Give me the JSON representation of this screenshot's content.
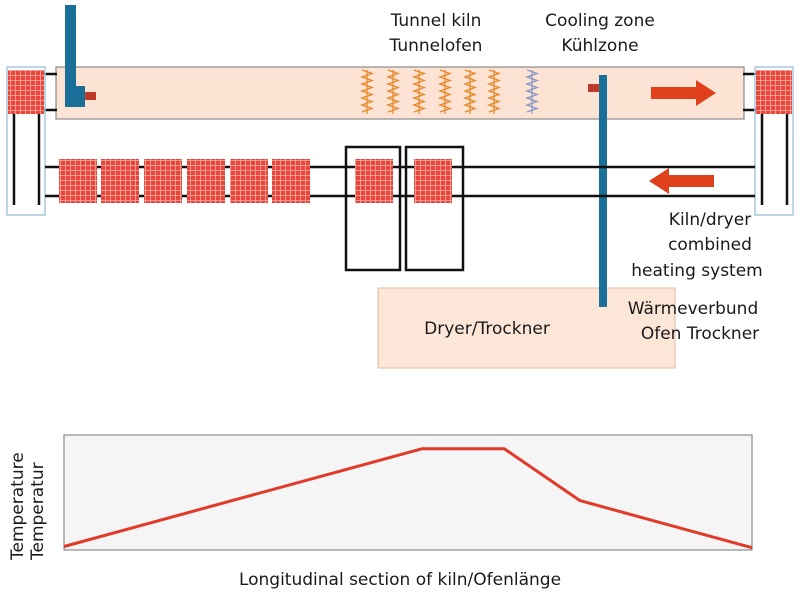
{
  "labels": {
    "tunnel_kiln_en": "Tunnel kiln",
    "tunnel_kiln_de": "Tunnelofen",
    "cooling_zone_en": "Cooling zone",
    "cooling_zone_de": "Kühlzone",
    "combined_line1": "Kiln/dryer",
    "combined_line2": "combined",
    "combined_line3": "heating system",
    "combined_de_line1": "Wärmeverbund",
    "combined_de_line2": "Ofen Trockner",
    "dryer": "Dryer/Trockner"
  },
  "chart": {
    "ylabel_en": "Temperature",
    "ylabel_de": "Temperatur",
    "xlabel": "Longitudinal section of kiln/Ofenlänge"
  },
  "chart_data": {
    "type": "line",
    "title": "",
    "xlabel": "Longitudinal section of kiln/Ofenlänge",
    "ylabel": "Temperature / Temperatur",
    "x": [
      0,
      0.52,
      0.64,
      0.75,
      1.0
    ],
    "series": [
      {
        "values": [
          0.03,
          0.88,
          0.88,
          0.43,
          0.02
        ]
      }
    ],
    "xlim": [
      0,
      1
    ],
    "ylim": [
      0,
      1
    ],
    "grid": false
  },
  "colors": {
    "kiln_fill": "#fce3d3",
    "dryer_fill": "#fce6d8",
    "car": "#e8453c",
    "arrow": "#e0401c",
    "pipe": "#1a6f99",
    "heater_orange": "#e8892a",
    "heater_blue": "#8a98c4",
    "curve": "#e03a2a",
    "plot_bg": "#f5f5f5",
    "end_box": "#a8c8dc"
  },
  "icons": {
    "direction_right": "arrow-right-icon",
    "direction_left": "arrow-left-icon"
  }
}
